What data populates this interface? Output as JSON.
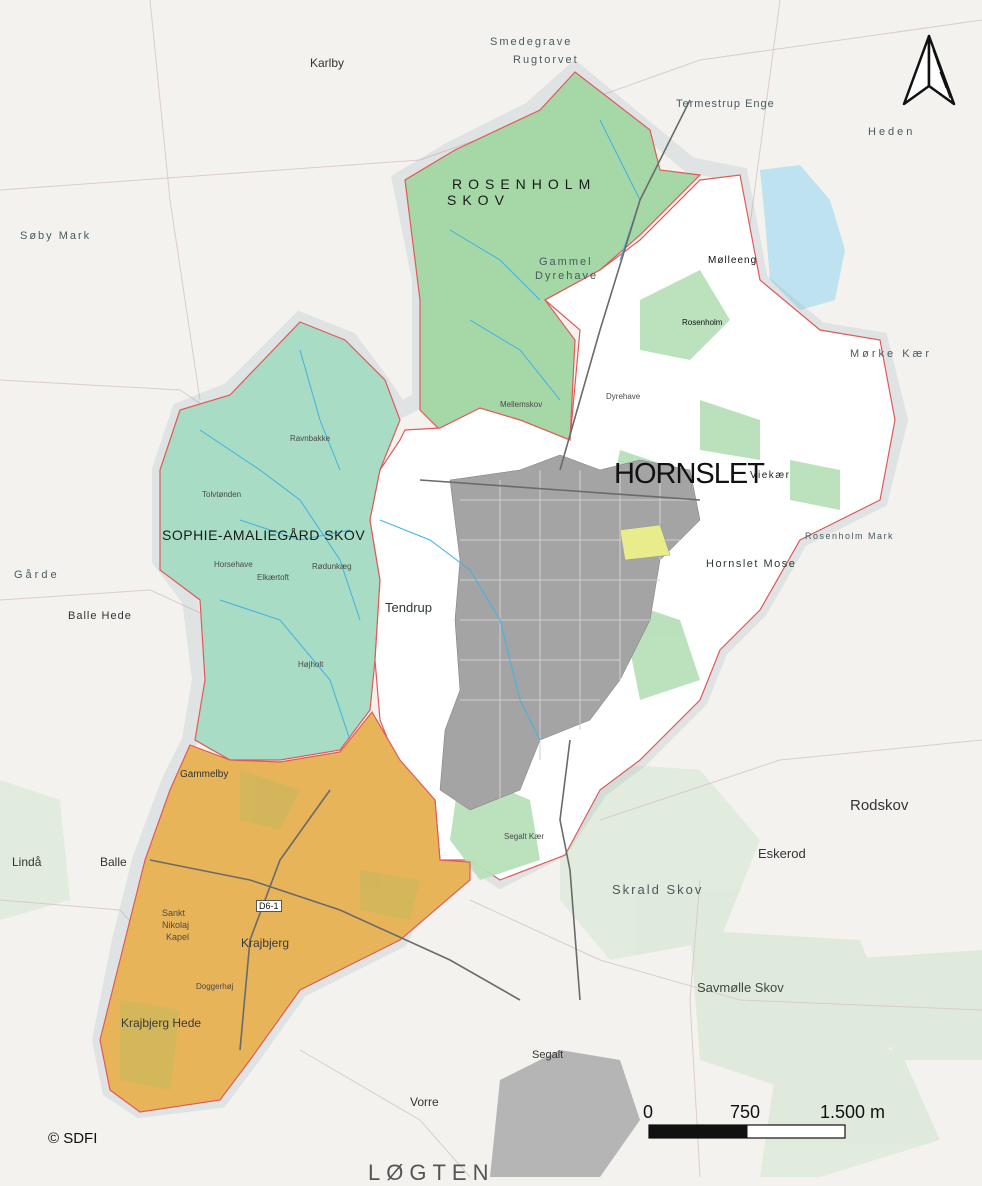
{
  "map": {
    "town_label": "HORNSLET",
    "attribution": "© SDFI",
    "road_label": "D6-1",
    "north_arrow": "north-arrow-icon"
  },
  "areas": {
    "rosenholm_line1": "ROSENHOLM",
    "rosenholm_line2": "SKOV",
    "sophie": "SOPHIE-AMALIEGÅRD SKOV",
    "tendrup": "Tendrup",
    "krajbjerg": "Krajbjerg",
    "krajbjerg_hede": "Krajbjerg Hede",
    "gammel_dyrehave_1": "Gammel",
    "gammel_dyrehave_2": "Dyrehave",
    "molleeng": "Mølleeng",
    "rosenholm": "Rosenholm",
    "hornslet_mose": "Hornslet Mose",
    "rosenholm_mark": "Rosenholm Mark",
    "vieker": "Viekær",
    "morke_kaer": "Mørke Kær",
    "skrald_skov": "Skrald Skov",
    "savmolle_skov": "Savmølle Skov",
    "rodskov": "Rodskov",
    "eskerod": "Eskerod",
    "lyngby": "Søby Mark",
    "karlby": "Karlby",
    "garde": "Gårde",
    "balle_hede": "Balle Hede",
    "linda": "Lindå",
    "balle": "Balle",
    "vorre": "Vorre",
    "segalt": "Segalt",
    "smedegrave": "Smedegrave",
    "rugtorvet": "Rugtorvet",
    "termestrup_enge": "Termestrup Enge",
    "heden": "Heden",
    "gammelby": "Gammelby",
    "sankt_1": "Sankt",
    "sankt_2": "Nikolaj",
    "sankt_3": "Kapel",
    "ravnbakke": "Ravnbakke",
    "tolvtonden": "Tolvtønden",
    "heje": "Højholt",
    "horsehave": "Horsehave",
    "mellemskov": "Mellemskov",
    "dyrehave": "Dyrehave",
    "segalt_kaer": "Segalt Kær",
    "doggerhøj": "Doggerhøj",
    "loeten": "LØGTEN",
    "elkaertoft": "Elkærtoft",
    "rodunkaeg": "Rødunkæg"
  },
  "scale_bar": {
    "label_0": "0",
    "label_mid": "750",
    "label_end": "1.500 m"
  },
  "colors": {
    "background": "#f3f2ef",
    "forest_fill": "#a5d7a7",
    "rural_fill": "#e8b45a",
    "urban_fill": "#9a9a9a",
    "boundary": "#e05a5a",
    "water": "#9cd3ea"
  }
}
